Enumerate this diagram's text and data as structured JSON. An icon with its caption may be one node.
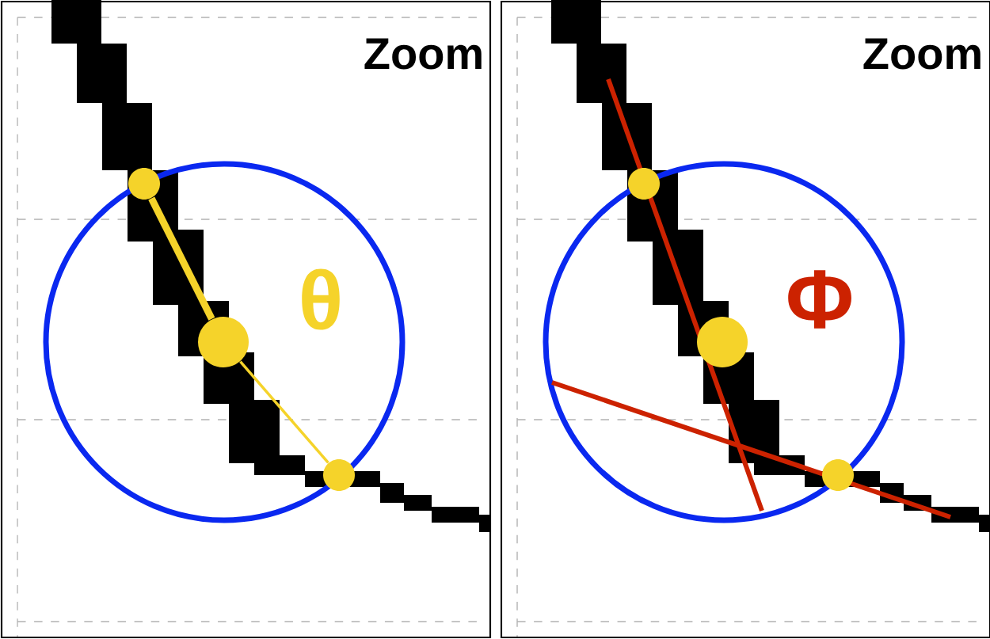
{
  "diagram": {
    "nodes": [
      {
        "text": [],
        "shape": "circle"
      },
      {
        "text": [],
        "shape": "circle"
      },
      {
        "text": [],
        "shape": "circle"
      },
      {
        "text": [],
        "shape": "circle"
      },
      {
        "text": [],
        "shape": "circle"
      },
      {
        "text": [],
        "shape": "circle"
      }
    ],
    "edges": [
      {
        "from": 0,
        "to": 1,
        "arrow": "none",
        "style": "thick"
      },
      {
        "from": 1,
        "to": 2,
        "arrow": "none"
      }
    ],
    "labels": [
      "Zoom",
      "θ",
      "Zoom",
      "Φ"
    ]
  }
}
